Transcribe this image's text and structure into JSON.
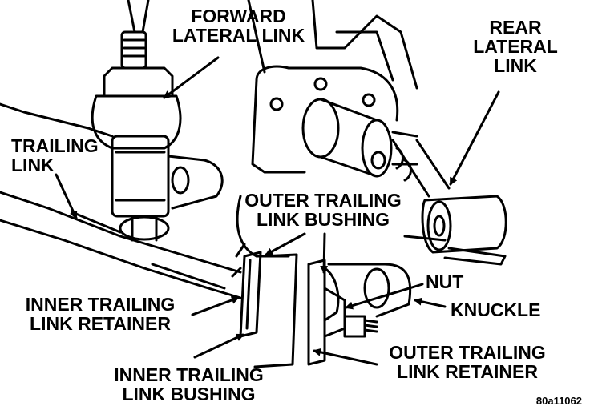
{
  "labels": {
    "forward_lateral_link": [
      "FORWARD",
      "LATERAL LINK"
    ],
    "rear_lateral_link": [
      "REAR",
      "LATERAL",
      "LINK"
    ],
    "trailing_link": [
      "TRAILING",
      "LINK"
    ],
    "outer_trailing_link_bushing": [
      "OUTER TRAILING",
      "LINK BUSHING"
    ],
    "nut": "NUT",
    "knuckle": "KNUCKLE",
    "inner_trailing_link_retainer": [
      "INNER TRAILING",
      "LINK RETAINER"
    ],
    "inner_trailing_link_bushing": [
      "INNER TRAILING",
      "LINK BUSHING"
    ],
    "outer_trailing_link_retainer": [
      "OUTER TRAILING",
      "LINK RETAINER"
    ]
  },
  "figure_code": "80a11062"
}
